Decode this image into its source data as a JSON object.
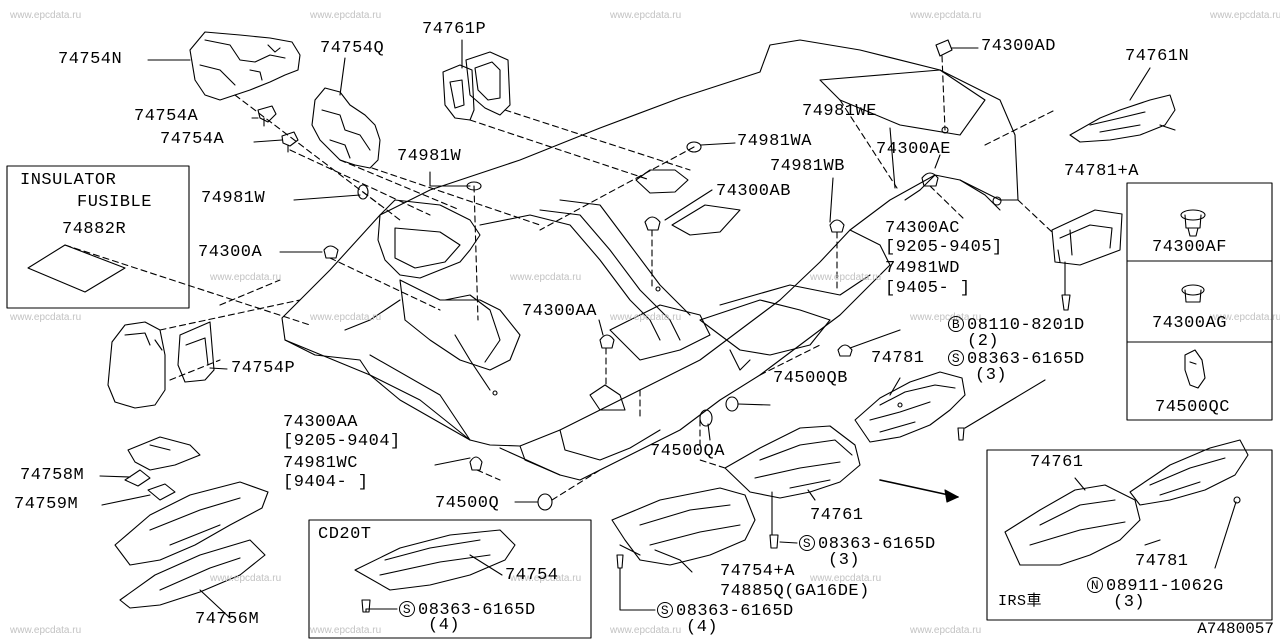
{
  "watermark": "www.epcdata.ru",
  "drawing_ref": "A7480057",
  "parts": {
    "p74754N": "74754N",
    "p74754Q": "74754Q",
    "p74761P": "74761P",
    "p74300AD": "74300AD",
    "p74761N": "74761N",
    "p74754A_1": "74754A",
    "p74754A_2": "74754A",
    "p74981WE": "74981WE",
    "p74981WA": "74981WA",
    "p74300AE": "74300AE",
    "p74981W_1": "74981W",
    "p74981WB": "74981WB",
    "p74781plusA": "74781+A",
    "p74981W_2": "74981W",
    "p74300AB": "74300AB",
    "p74300AC": "74300AC",
    "p9205_9405": "[9205-9405]",
    "p74300A": "74300A",
    "p74981WD": "74981WD",
    "p9405_a": "[9405-    ]",
    "p74300AF": "74300AF",
    "p74300AA_1": "74300AA",
    "p74300AG": "74300AG",
    "p74754P": "74754P",
    "p74781_1": "74781",
    "p74500QB": "74500QB",
    "p74500QC": "74500QC",
    "p74300AA_2": "74300AA",
    "p9205_9404": "[9205-9404]",
    "p74500QA": "74500QA",
    "p74981WC": "74981WC",
    "p9404": "[9404-     ]",
    "p74758M": "74758M",
    "p74759M": "74759M",
    "p74500Q": "74500Q",
    "p74761_1": "74761",
    "p74761_2": "74761",
    "p74781_2": "74781",
    "p74754plusA": "74754+A",
    "p74885Q": "74885Q(GA16DE)",
    "p74754": "74754",
    "p74756M": "74756M"
  },
  "fasteners": {
    "b_08110": {
      "letter": "B",
      "code": "08110-8201D",
      "qty": "(2)"
    },
    "s_08363_a": {
      "letter": "S",
      "code": "08363-6165D",
      "qty": "(3)"
    },
    "s_08363_b": {
      "letter": "S",
      "code": "08363-6165D",
      "qty": "(3)"
    },
    "s_08363_c": {
      "letter": "S",
      "code": "08363-6165D",
      "qty": "(4)"
    },
    "s_08363_d": {
      "letter": "S",
      "code": "08363-6165D",
      "qty": "(4)"
    },
    "n_08911": {
      "letter": "N",
      "code": "08911-1062G",
      "qty": "(3)"
    }
  },
  "insulator_box": {
    "line1": "INSULATOR",
    "line2": "FUSIBLE",
    "part": "74882R"
  },
  "cd20t_box": {
    "title": "CD20T"
  },
  "irs_box": {
    "title": "IRS車"
  }
}
